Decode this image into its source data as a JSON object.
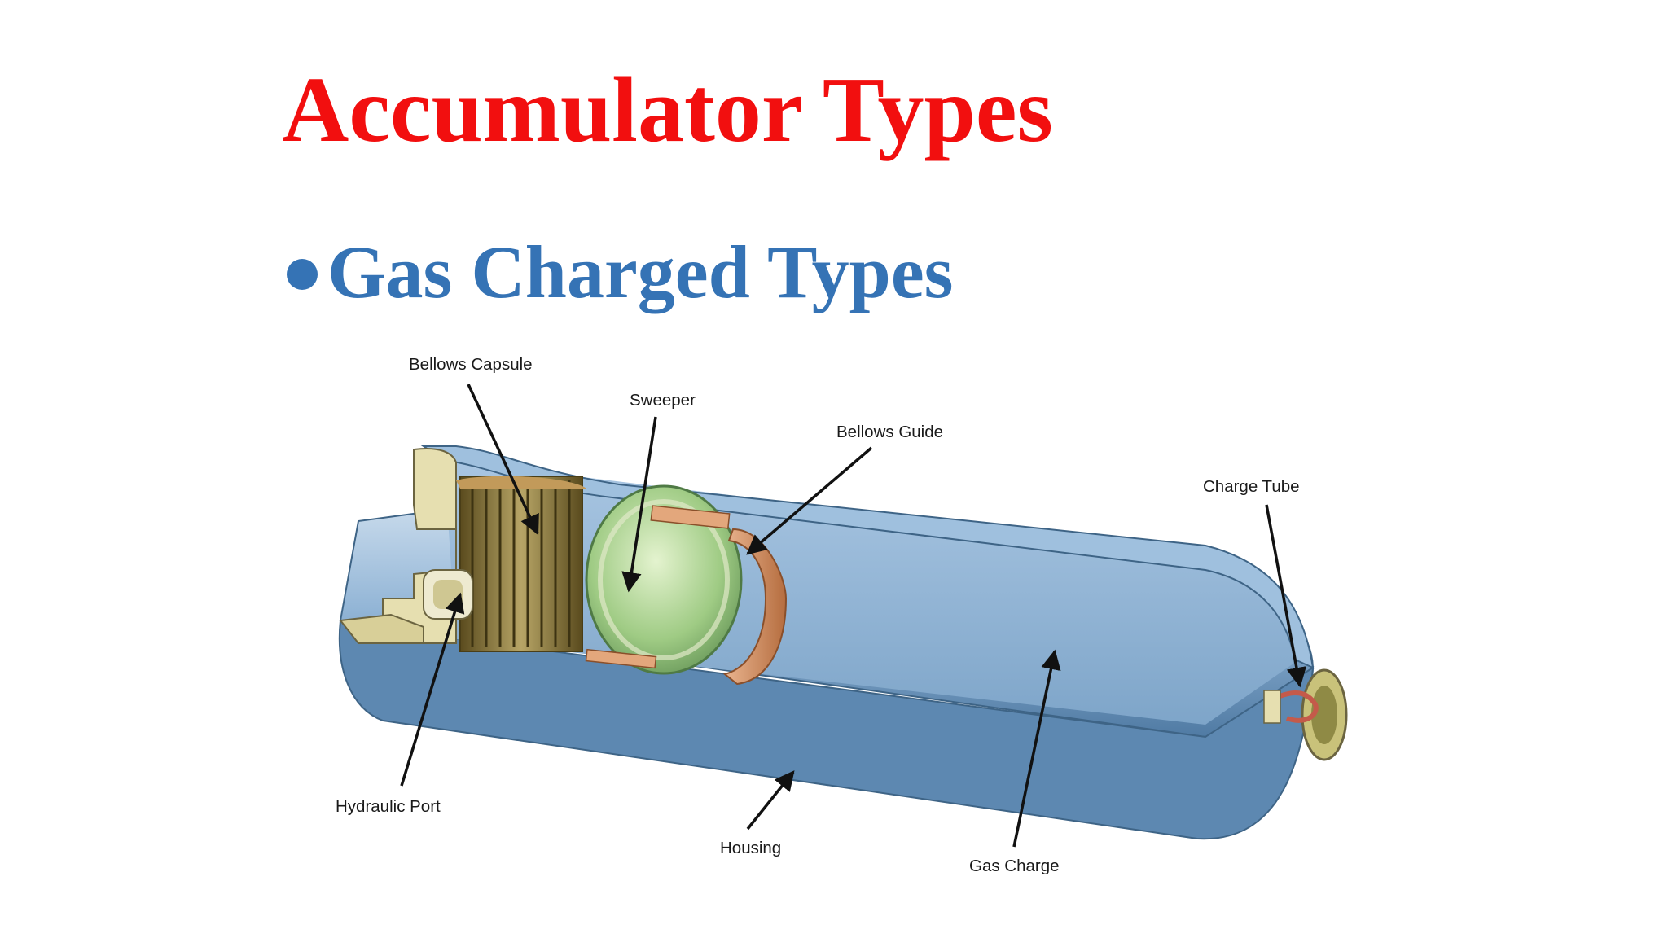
{
  "slide": {
    "title": "Accumulator Types",
    "bullet": "Gas Charged Types"
  },
  "colors": {
    "title": "#f20f0f",
    "bullet": "#3573b5",
    "housing": "#8fb3d3",
    "bellows": "#8a7a3c",
    "guide": "#d08a5a",
    "sweeper": "#8fc47a",
    "end_cap": "#e6dfb0"
  },
  "diagram": {
    "labels": {
      "bellows_capsule": "Bellows Capsule",
      "sweeper": "Sweeper",
      "bellows_guide": "Bellows Guide",
      "charge_tube": "Charge Tube",
      "hydraulic_port": "Hydraulic Port",
      "housing": "Housing",
      "gas_charge": "Gas Charge"
    }
  }
}
